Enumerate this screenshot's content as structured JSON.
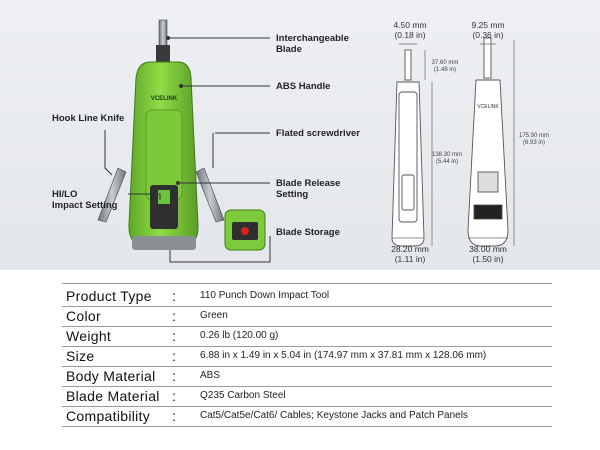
{
  "callouts": {
    "blade": "Interchangeable\nBlade",
    "handle": "ABS Handle",
    "hook_knife": "Hook Line Knife",
    "screwdriver": "Flated screwdriver",
    "hilo": "HI/LO\nImpact Setting",
    "release": "Blade Release\nSetting",
    "storage": "Blade Storage"
  },
  "tool_brand": "VCELINK",
  "drawing_brand": "VCELINK",
  "dimensions": {
    "blade_front_mm": "4.50 mm",
    "blade_front_in": "(0.18 in)",
    "blade_side_mm": "9.25 mm",
    "blade_side_in": "(0.36 in)",
    "blade_len_mm": "37.60 mm",
    "blade_len_in": "(1.48 in)",
    "body_len_mm": "138.30 mm",
    "body_len_in": "(5.44 in)",
    "total_len_mm": "175.90 mm",
    "total_len_in": "(6.93 in)",
    "base_front_mm": "28.20 mm",
    "base_front_in": "(1.11 in)",
    "base_side_mm": "38.00 mm",
    "base_side_in": "(1.50 in)"
  },
  "specs": [
    {
      "key": "Product Type",
      "value": "110 Punch Down Impact Tool"
    },
    {
      "key": "Color",
      "value": "Green"
    },
    {
      "key": "Weight",
      "value": "0.26 lb (120.00 g)"
    },
    {
      "key": "Size",
      "value": "6.88 in x 1.49 in x 5.04 in (174.97 mm x 37.81 mm x 128.06 mm)"
    },
    {
      "key": "Body Material",
      "value": "ABS"
    },
    {
      "key": "Blade Material",
      "value": "Q235 Carbon Steel"
    },
    {
      "key": "Compatibility",
      "value": "Cat5/Cat5e/Cat6/ Cables; Keystone Jacks and Patch Panels"
    }
  ],
  "colors": {
    "body_green": "#86d43c",
    "dark_green": "#4d8f1e",
    "metal": "#9aa0a6",
    "dark": "#2b2b2b"
  }
}
